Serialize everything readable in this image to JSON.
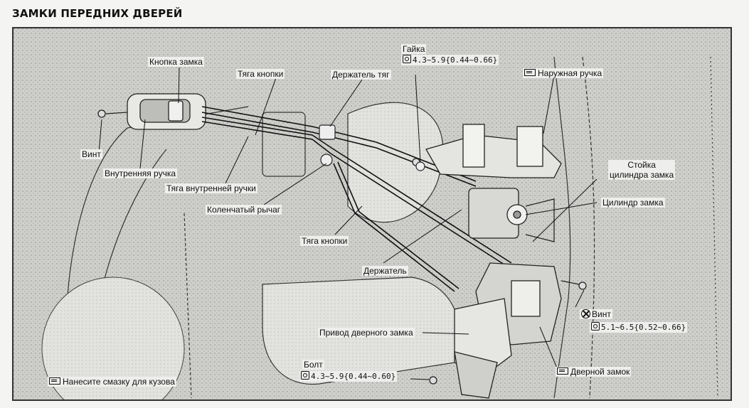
{
  "title": "ЗАМКИ ПЕРЕДНИХ ДВЕРЕЙ",
  "labels": {
    "lock_button": "Кнопка замка",
    "button_rod_top": "Тяга кнопки",
    "rod_holder": "Держатель тяг",
    "nut": "Гайка",
    "nut_spec": "4.3~5.9{0.44~0.66}",
    "outer_handle": "Наружная ручка",
    "screw_left": "Винт",
    "inner_handle": "Внутренняя ручка",
    "inner_handle_rod": "Тяга внутренней ручки",
    "bell_crank": "Коленчатый рычаг",
    "button_rod_mid": "Тяга кнопки",
    "cylinder_stand_1": "Стойка",
    "cylinder_stand_2": "цилиндра замка",
    "lock_cylinder": "Цилиндр замка",
    "holder": "Держатель",
    "screw_right": "Винт",
    "screw_right_spec": "5.1~6.5{0.52~0.66}",
    "actuator": "Привод дверного замка",
    "bolt": "Болт",
    "bolt_spec": "4.3~5.9{0.44~0.60}",
    "door_lock": "Дверной замок",
    "legend": "Нанесите смазку для кузова"
  },
  "icons": {
    "torque": "torque-wrench-icon",
    "grease": "grease-icon",
    "no_reuse": "no-reuse-icon"
  }
}
